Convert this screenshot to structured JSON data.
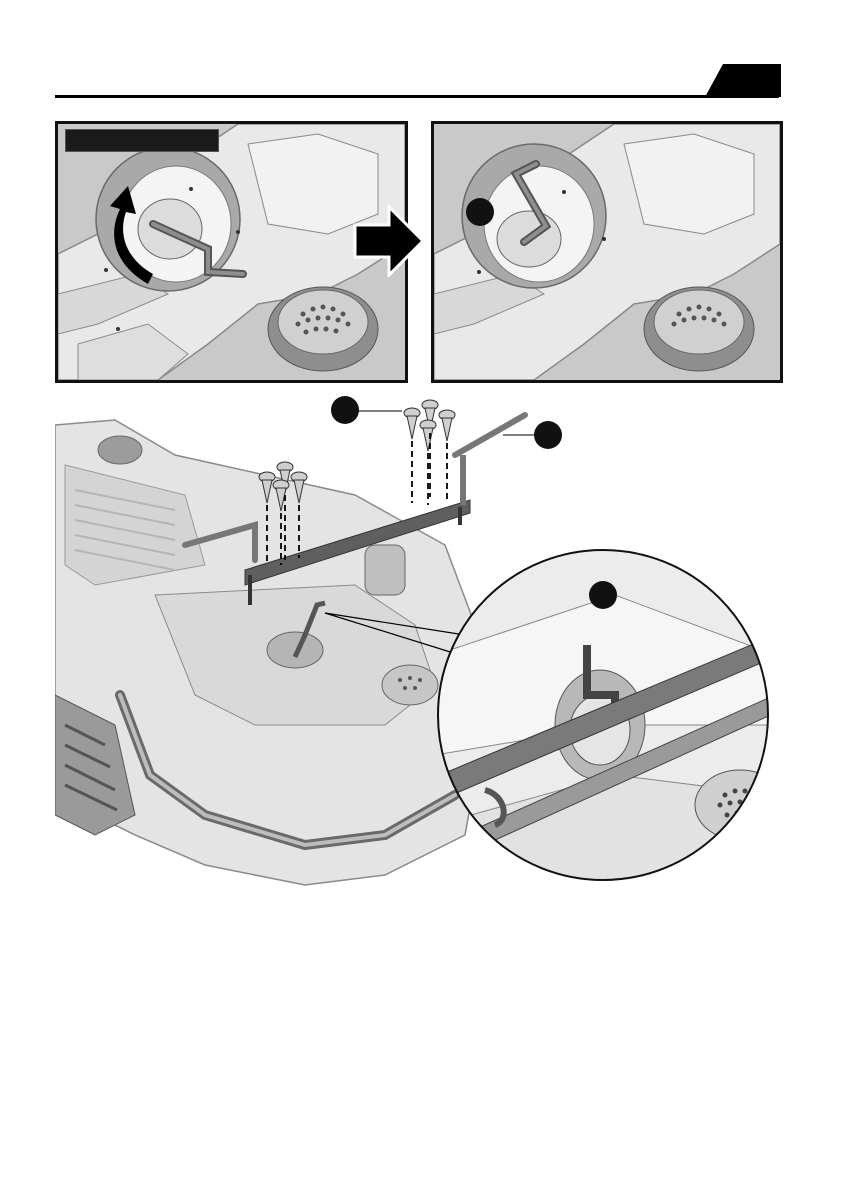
{
  "page": {
    "header": {
      "page_number": ""
    },
    "step_label": "",
    "callouts": [
      {
        "id": "callout-after-panel",
        "label": ""
      },
      {
        "id": "callout-screws",
        "label": ""
      },
      {
        "id": "callout-bar",
        "label": ""
      },
      {
        "id": "callout-detail",
        "label": ""
      }
    ],
    "colors": {
      "frame": "#111111",
      "plastic_light": "#e6e6e6",
      "plastic_shadow": "#9a9a9a",
      "bar": "#6e6e6e",
      "callout_fill": "#111111"
    },
    "icons": [
      "rotate-arrow-icon",
      "next-step-arrow-icon"
    ]
  }
}
